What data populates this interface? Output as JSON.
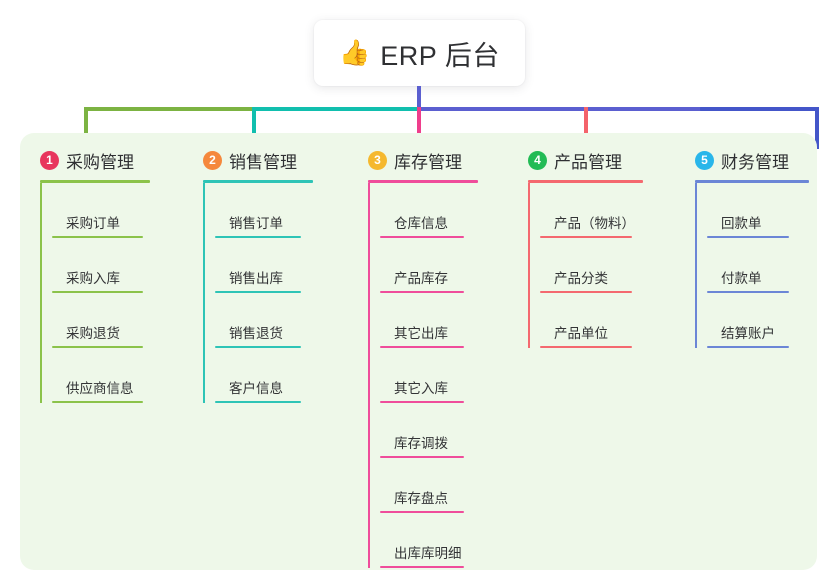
{
  "root": {
    "icon": "thumbs-up-icon",
    "emoji": "👍",
    "title": "ERP 后台"
  },
  "connector_colors": {
    "stem": "#5b5fd0",
    "bus_green": "#7cb342",
    "bus_teal": "#11bfae",
    "bus_blue": "#5b5fd0",
    "bus_indigo": "#4456c9"
  },
  "panel": {
    "background": "#eef8e9"
  },
  "columns": [
    {
      "number": "1",
      "badge_color": "#e8365d",
      "line_color": "#8bc34a",
      "title": "采购管理",
      "items": [
        {
          "label": "采购订单"
        },
        {
          "label": "采购入库"
        },
        {
          "label": "采购退货"
        },
        {
          "label": "供应商信息"
        }
      ]
    },
    {
      "number": "2",
      "badge_color": "#f5883c",
      "line_color": "#2ec4b6",
      "title": "销售管理",
      "items": [
        {
          "label": "销售订单"
        },
        {
          "label": "销售出库"
        },
        {
          "label": "销售退货"
        },
        {
          "label": "客户信息"
        }
      ]
    },
    {
      "number": "3",
      "badge_color": "#f5b82e",
      "line_color": "#ef4d9b",
      "title": "库存管理",
      "items": [
        {
          "label": "仓库信息"
        },
        {
          "label": "产品库存"
        },
        {
          "label": "其它出库"
        },
        {
          "label": "其它入库"
        },
        {
          "label": "库存调拨"
        },
        {
          "label": "库存盘点"
        },
        {
          "label": "出库库明细"
        }
      ]
    },
    {
      "number": "4",
      "badge_color": "#22bb55",
      "line_color": "#f4696f",
      "title": "产品管理",
      "items": [
        {
          "label": "产品（物料）"
        },
        {
          "label": "产品分类"
        },
        {
          "label": "产品单位"
        }
      ]
    },
    {
      "number": "5",
      "badge_color": "#29b6ea",
      "line_color": "#6b86d6",
      "title": "财务管理",
      "items": [
        {
          "label": "回款单"
        },
        {
          "label": "付款单"
        },
        {
          "label": "结算账户"
        }
      ]
    }
  ]
}
